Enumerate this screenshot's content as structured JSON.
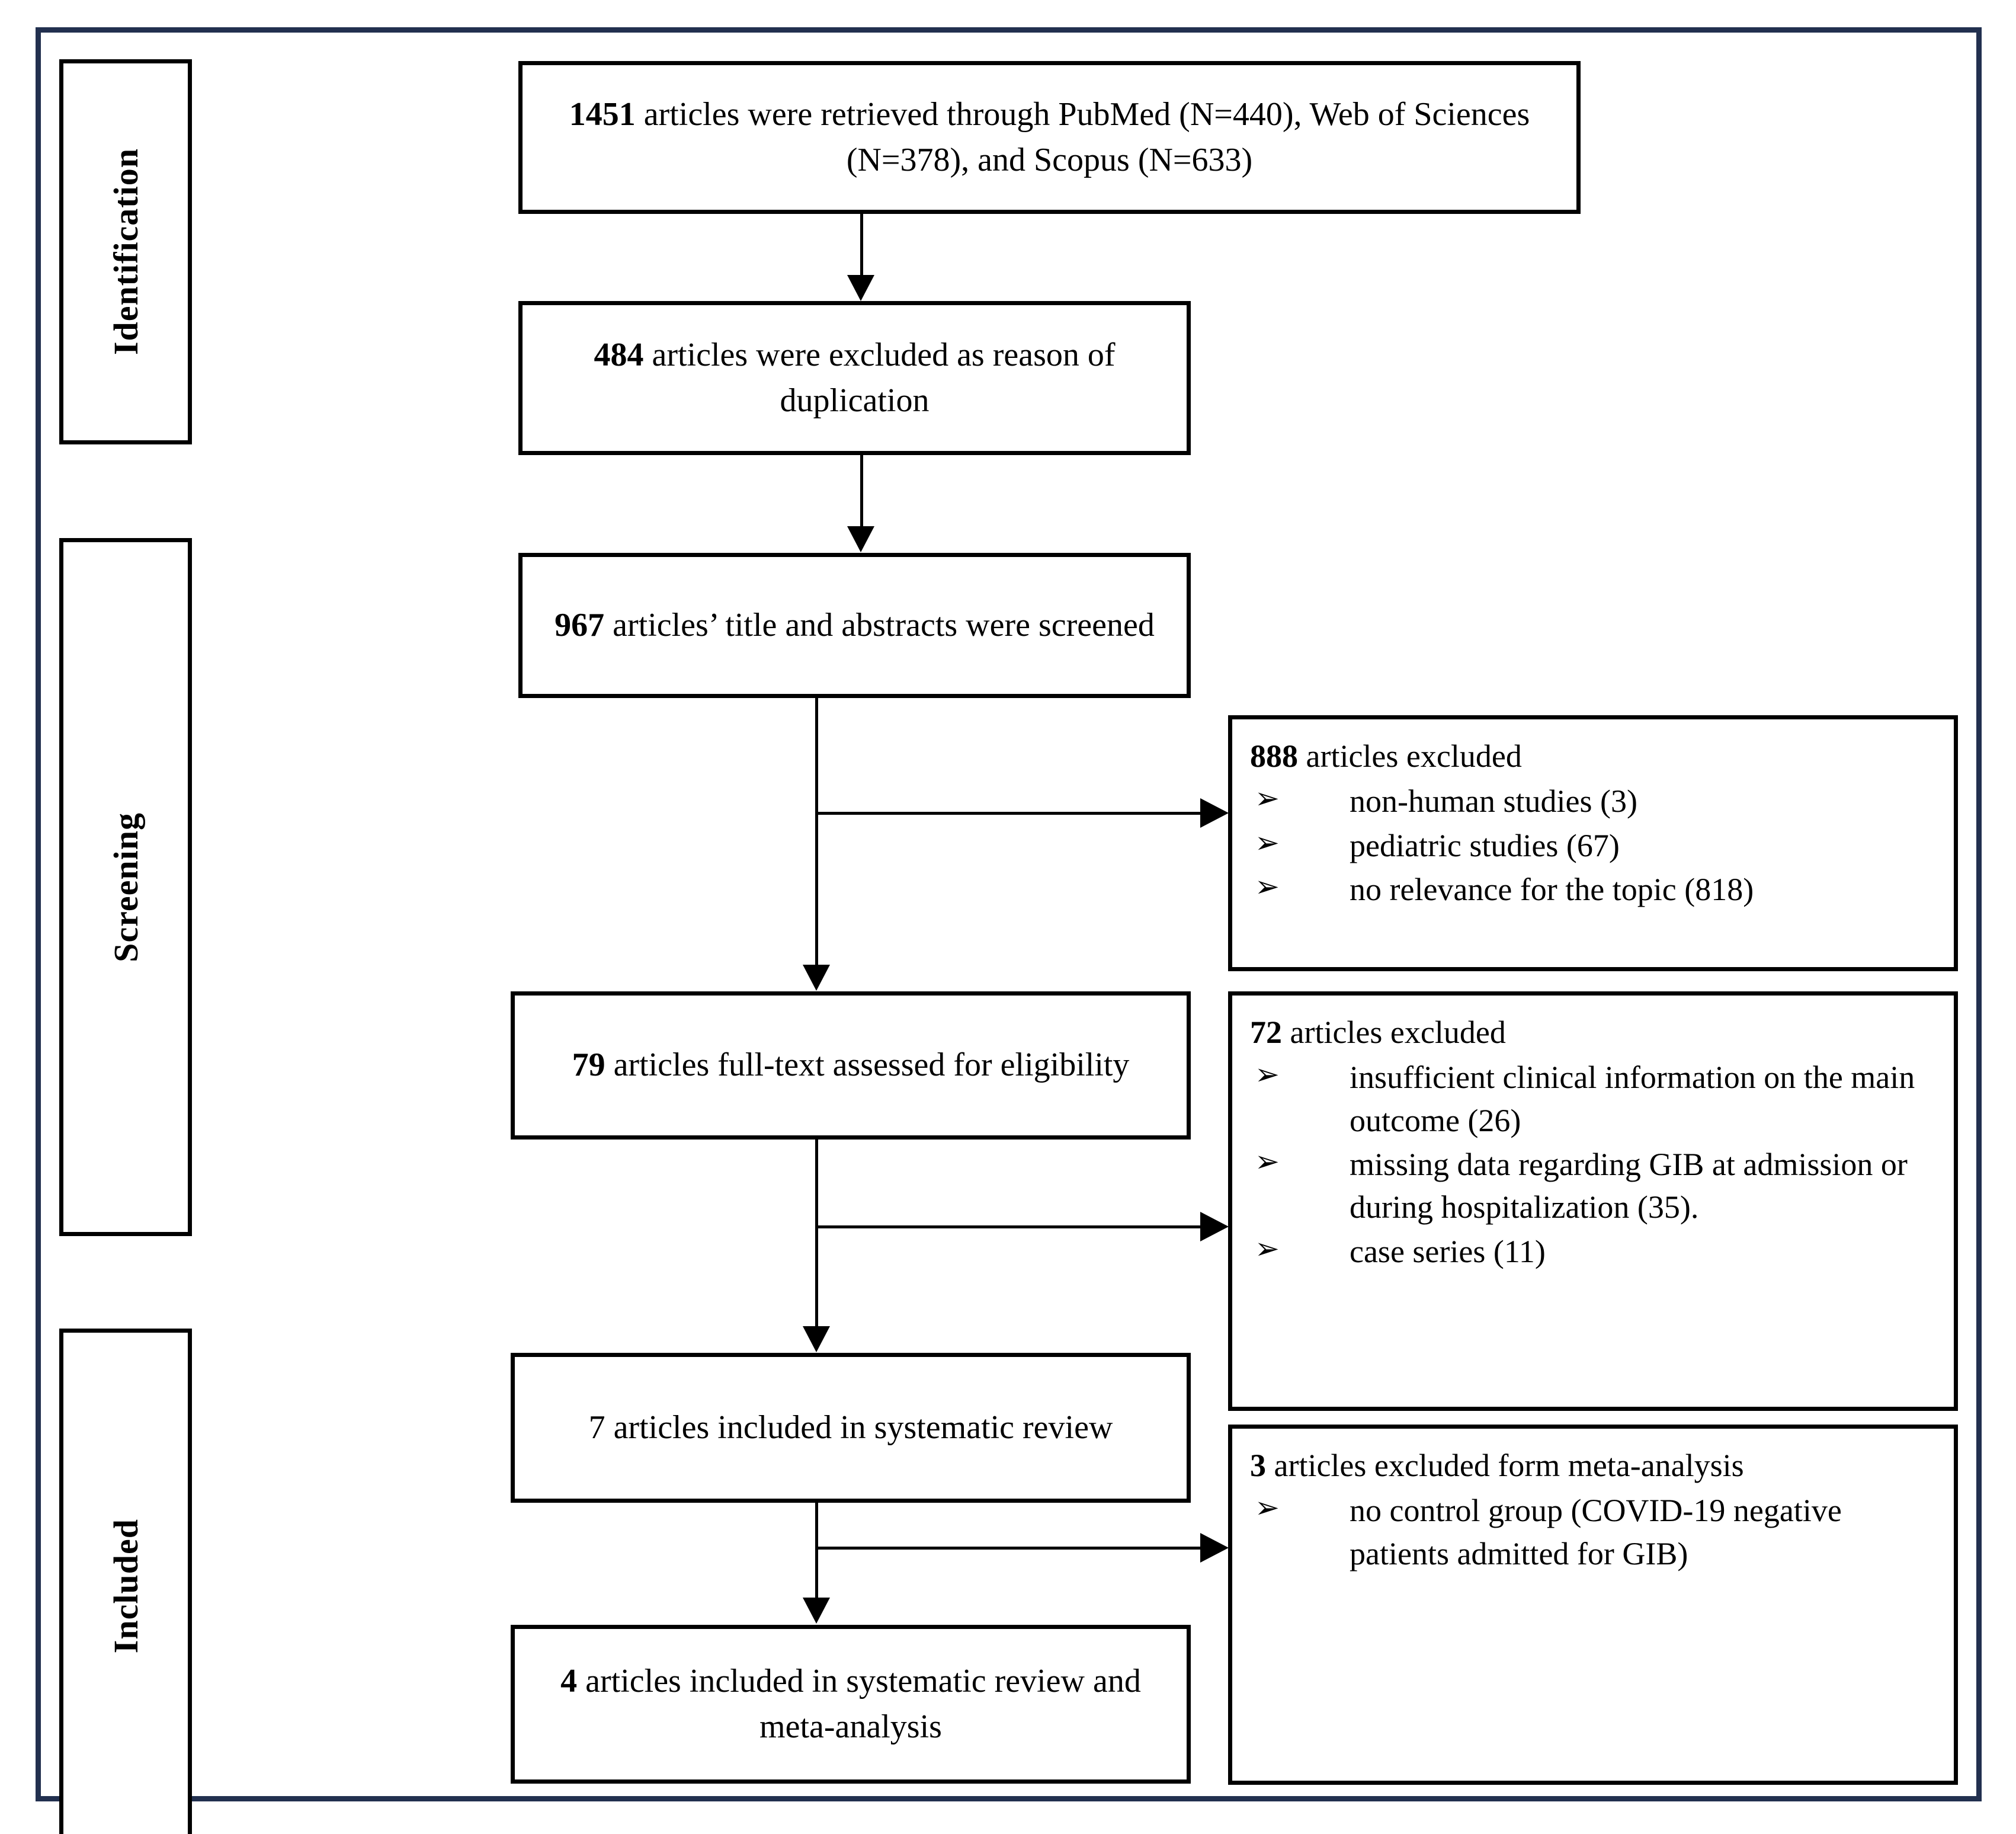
{
  "diagram": {
    "type": "prisma-flow-diagram",
    "frame_color": "#22304f",
    "box_border_color": "#000000",
    "background": "#ffffff",
    "stages": [
      {
        "id": "identification",
        "label": "Identification"
      },
      {
        "id": "screening",
        "label": "Screening"
      },
      {
        "id": "included",
        "label": "Included"
      }
    ],
    "main_boxes": [
      {
        "id": "records-retrieved",
        "count": "1451",
        "count_bold": true,
        "text_after": " articles were retrieved through PubMed (N=440), Web of Sciences (N=378), and Scopus (N=633)"
      },
      {
        "id": "duplicates-excluded",
        "count": "484",
        "count_bold": true,
        "text_after": " articles were excluded as reason of duplication"
      },
      {
        "id": "titles-abstracts-screened",
        "count": "967",
        "count_bold": true,
        "text_after": " articles’ title and abstracts were screened"
      },
      {
        "id": "full-text-assessed",
        "count": "79",
        "count_bold": true,
        "text_after": " articles full-text assessed for eligibility"
      },
      {
        "id": "included-systematic-review",
        "count": "7",
        "count_bold": false,
        "text_after": " articles included in systematic review"
      },
      {
        "id": "included-review-metaanalysis",
        "count": "4",
        "count_bold": true,
        "text_after": " articles included in systematic review and meta-analysis"
      }
    ],
    "exclusion_boxes": [
      {
        "id": "screening-exclusions",
        "count": "888",
        "head_after": " articles excluded",
        "bullet_glyph": "➢",
        "items": [
          "non-human studies (3)",
          "pediatric studies (67)",
          "no relevance for the topic (818)"
        ]
      },
      {
        "id": "eligibility-exclusions",
        "count": "72",
        "head_after": " articles excluded",
        "bullet_glyph": "➢",
        "items": [
          "insufficient clinical information on the main outcome (26)",
          "missing data regarding GIB at admission or during hospitalization (35).",
          "case series (11)"
        ]
      },
      {
        "id": "metaanalysis-exclusions",
        "count": "3",
        "head_after": " articles excluded  form meta-analysis",
        "bullet_glyph": "➢",
        "items": [
          "no control group (COVID-19 negative patients admitted for GIB)"
        ]
      }
    ]
  }
}
